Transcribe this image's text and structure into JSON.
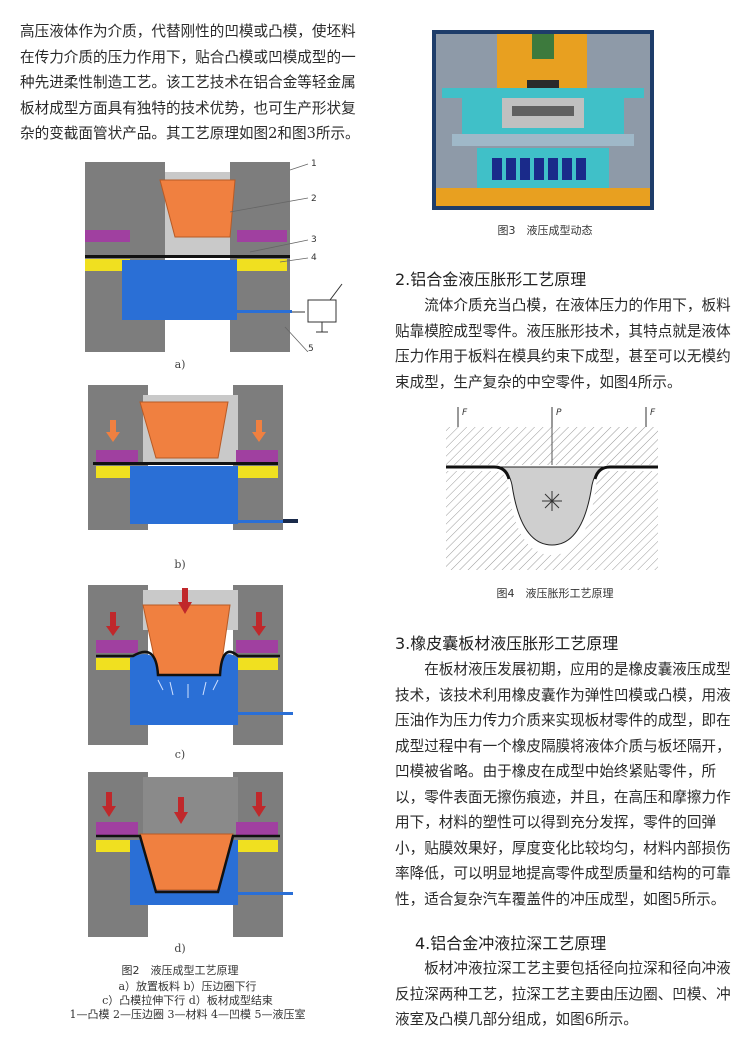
{
  "left_intro": {
    "lines": [
      "高压液体作为介质，代替刚性的凹模或凸模，使坯料",
      "在传力介质的压力作用下，贴合凸模或凹模成型的一",
      "种先进柔性制造工艺。该工艺技术在铝合金等轻金属",
      "板材成型方面具有独特的技术优势，也可生产形状复",
      "杂的变截面管状产品。其工艺原理如图2和图3所示。"
    ]
  },
  "figure2": {
    "callouts": [
      "1",
      "2",
      "3",
      "4",
      "5"
    ],
    "sublabels": [
      "a)",
      "b)",
      "c)",
      "d)"
    ],
    "caption": "图2　液压成型工艺原理",
    "legend": [
      "a）放置板料 b）压边圈下行",
      "c）凸模拉伸下行 d）板材成型结束",
      "1—凸模 2—压边圈 3—材料 4—凹模 5—液压室"
    ]
  },
  "figure3": {
    "caption": "图3　液压成型动态"
  },
  "section2": {
    "heading": "2.铝合金液压胀形工艺原理",
    "lines": [
      "流体介质充当凸模，在液体压力的作用下，板料",
      "贴靠模腔成型零件。液压胀形技术，其特点就是液体",
      "压力作用于板料在模具约束下成型，甚至可以无模约",
      "束成型，生产复杂的中空零件，如图4所示。"
    ]
  },
  "figure4": {
    "labels": [
      "F",
      "P",
      "F"
    ],
    "caption": "图4　液压胀形工艺原理"
  },
  "section3": {
    "heading": "3.橡皮囊板材液压胀形工艺原理",
    "lines": [
      "在板材液压发展初期，应用的是橡皮囊液压成型",
      "技术，该技术利用橡皮囊作为弹性凹模或凸模，用液",
      "压油作为压力传力介质来实现板材零件的成型，即在",
      "成型过程中有一个橡皮隔膜将液体介质与板坯隔开，",
      "凹模被省略。由于橡皮在成型中始终紧贴零件，所",
      "以，零件表面无擦伤痕迹，并且，在高压和摩擦力作",
      "用下，材料的塑性可以得到充分发挥，零件的回弹",
      "小，贴膜效果好，厚度变化比较均匀，材料内部损伤",
      "率降低，可以明显地提高零件成型质量和结构的可靠",
      "性，适合复杂汽车覆盖件的冲压成型，如图5所示。"
    ]
  },
  "section4": {
    "heading": "4.铝合金冲液拉深工艺原理",
    "lines": [
      "板材冲液拉深工艺主要包括径向拉深和径向冲液",
      "反拉深两种工艺，拉深工艺主要由压边圈、凹模、冲",
      "液室及凸模几部分组成，如图6所示。"
    ]
  },
  "colors": {
    "punch": "#f08040",
    "binder": "#a040a0",
    "die_face": "#f0e020",
    "fluid": "#2a6fd6",
    "steel": "#7d7d7d",
    "arrow": "#c0282b"
  }
}
